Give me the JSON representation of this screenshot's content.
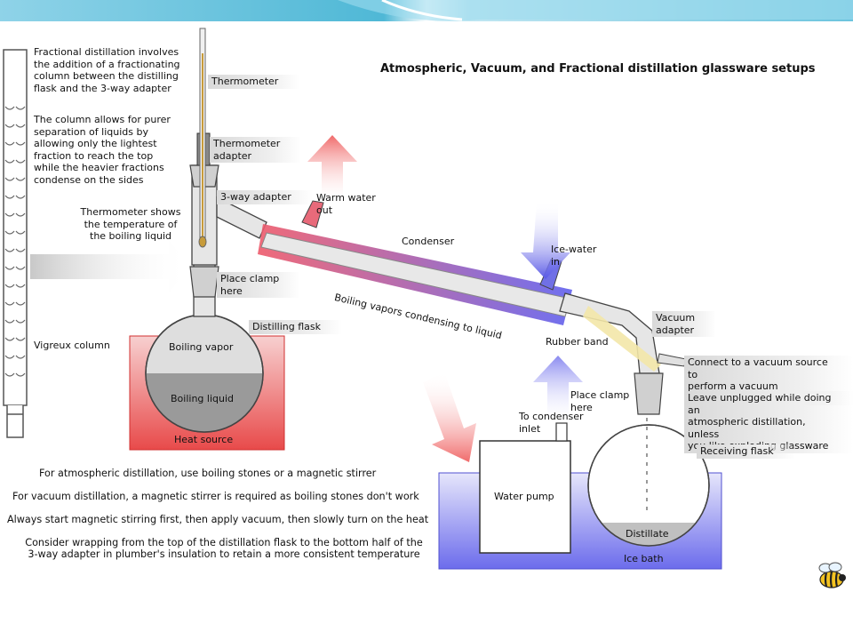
{
  "title": "Atmospheric, Vacuum, and Fractional distillation glassware setups",
  "left_notes": {
    "fractional": "Fractional distillation involves\nthe addition of a fractionating\ncolumn between the distilling\nflask and the 3-way adapter",
    "column": "The column allows for purer\nseparation of liquids by\nallowing only the lightest\nfraction to reach the top\nwhile the heavier fractions\ncondense on the sides",
    "thermometer_shows": "Thermometer shows\nthe temperature of\nthe boiling liquid",
    "vigreux": "Vigreux column"
  },
  "labels": {
    "thermometer": "Thermometer",
    "thermometer_adapter": "Thermometer\nadapter",
    "three_way_adapter": "3-way adapter",
    "warm_water_out": "Warm water\nout",
    "condenser": "Condenser",
    "ice_water_in": "Ice-water\nin",
    "place_clamp_here_1": "Place clamp\nhere",
    "distilling_flask": "Distilling flask",
    "boiling_vapor": "Boiling vapor",
    "boiling_liquid": "Boiling liquid",
    "heat_source": "Heat source",
    "boiling_vapors_condensing": "Boiling vapors condensing to liquid",
    "vacuum_adapter": "Vacuum\nadapter",
    "rubber_band": "Rubber band",
    "connect_vacuum": "Connect to a vacuum source to\nperform a vacuum distillation",
    "leave_unplugged": "Leave unplugged while doing an\natmospheric distillation, unless\nyou like exploding glassware",
    "place_clamp_here_2": "Place clamp\nhere",
    "to_condenser_inlet": "To condenser\ninlet",
    "receiving_flask": "Receiving flask",
    "water_pump": "Water pump",
    "distillate": "Distillate",
    "ice_bath": "Ice bath"
  },
  "bottom_notes": [
    "For atmospheric distillation, use boiling stones or a magnetic stirrer",
    "For vacuum distillation, a magnetic stirrer is required as boiling stones don't work",
    "Always start magnetic stirring first, then apply vacuum, then slowly turn on the heat",
    "Consider wrapping from the top of the distillation flask to the bottom half of the\n3-way adapter in plumber's insulation to retain a more consistent temperature"
  ],
  "colors": {
    "heat": "#e83a3a",
    "heat_light": "#f7c8c8",
    "ice": "#5a5ae6",
    "ice_light": "#d7d7f7",
    "glass": "#dcdcdc",
    "slide_band": "#4fb8d6"
  },
  "icons": [
    "bee-icon"
  ]
}
